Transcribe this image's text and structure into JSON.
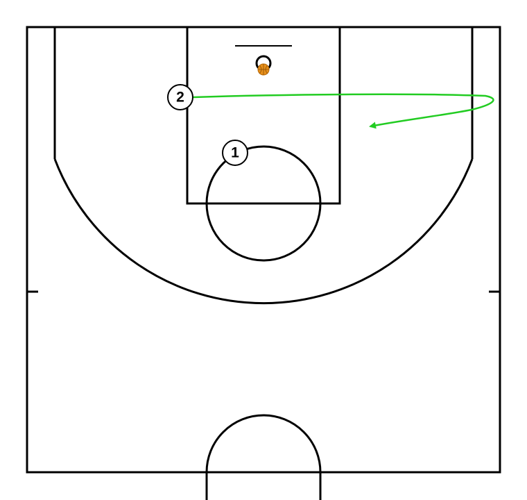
{
  "diagram": {
    "type": "basketball-half-court-play",
    "colors": {
      "lines": "#000000",
      "movement": "#22cc22",
      "ball": "#e8901a",
      "background": "#ffffff"
    },
    "players": [
      {
        "label": "1"
      },
      {
        "label": "2"
      }
    ],
    "movements": [
      {
        "player": "2",
        "type": "cut",
        "color": "#22cc22"
      }
    ],
    "ball": {
      "icon": "basketball-icon",
      "holder": "none"
    }
  }
}
